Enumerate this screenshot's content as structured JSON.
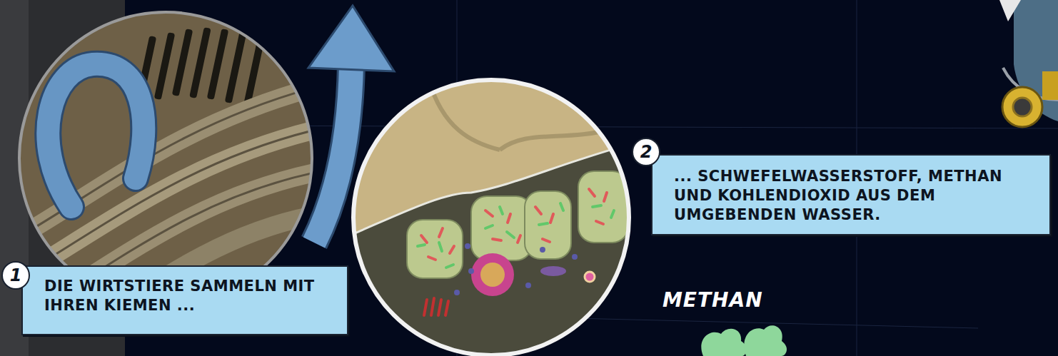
{
  "diagram": {
    "nodes": [
      {
        "text": [
          "DIE WIRTSTIERE SAMMELN MIT IHREN KIEMEN ..."
        ]
      },
      {
        "text": [
          "... SCHWEFELWASSERSTOFF, METHAN UND KOHLENDIOXID AUS DEM UMGEBENDEN WASSER."
        ]
      }
    ],
    "labels": [
      "1",
      "2",
      "METHAN"
    ]
  }
}
